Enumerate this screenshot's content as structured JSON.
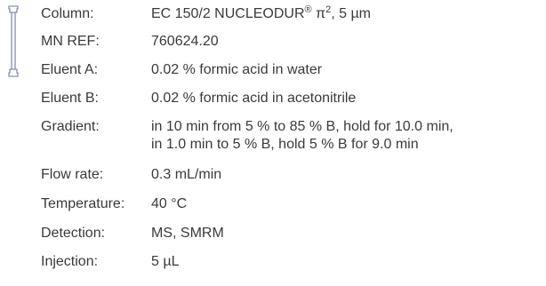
{
  "column_icon": "hplc-column-icon",
  "rows": [
    {
      "label": "Column:",
      "value_pre": "EC 150/2 NUCLEODUR",
      "value_sup1": "®",
      "value_mid": " π",
      "value_sup2": "2",
      "value_post": ", 5 µm"
    },
    {
      "label": "MN REF:",
      "value": "760624.20"
    },
    {
      "label": "Eluent A:",
      "value": "0.02 % formic acid in water"
    },
    {
      "label": "Eluent B:",
      "value": "0.02 % formic acid in acetonitrile"
    },
    {
      "label": "Gradient:",
      "lines": [
        "in 10 min from 5 % to 85 % B, hold for 10.0 min,",
        "in 1.0 min to 5 % B, hold 5 % B for 9.0 min"
      ]
    },
    {
      "label": "Flow rate:",
      "value": "0.3 mL/min"
    },
    {
      "label": "Temperature:",
      "value": "40 °C"
    },
    {
      "label": "Detection:",
      "value": "MS, SMRM"
    },
    {
      "label": "Injection:",
      "value": "5 µL"
    }
  ]
}
